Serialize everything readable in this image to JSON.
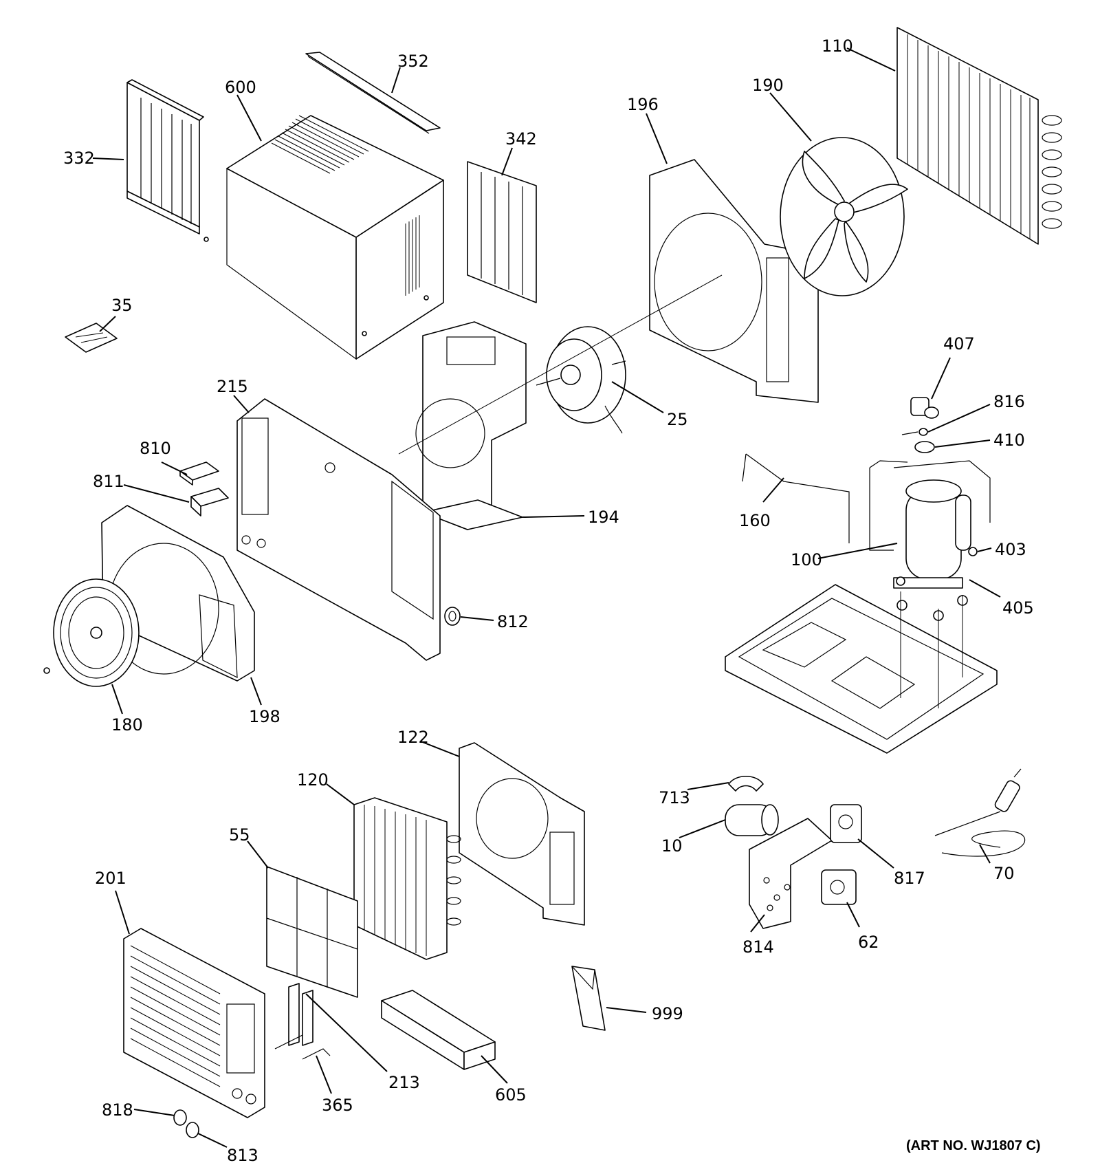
{
  "diagram": {
    "art_number": "(ART NO. WJ1807 C)",
    "callouts": {
      "c352": "352",
      "c600": "600",
      "c332": "332",
      "c342": "342",
      "c196": "196",
      "c190": "190",
      "c110": "110",
      "c35": "35",
      "c215": "215",
      "c25": "25",
      "c407": "407",
      "c816": "816",
      "c410": "410",
      "c160": "160",
      "c810": "810",
      "c811": "811",
      "c194": "194",
      "c100": "100",
      "c403": "403",
      "c405": "405",
      "c812": "812",
      "c180": "180",
      "c198": "198",
      "c122": "122",
      "c120": "120",
      "c713": "713",
      "c10": "10",
      "c817": "817",
      "c70": "70",
      "c55": "55",
      "c201": "201",
      "c814": "814",
      "c62": "62",
      "c999": "999",
      "c213": "213",
      "c605": "605",
      "c818": "818",
      "c365": "365",
      "c813": "813"
    }
  }
}
